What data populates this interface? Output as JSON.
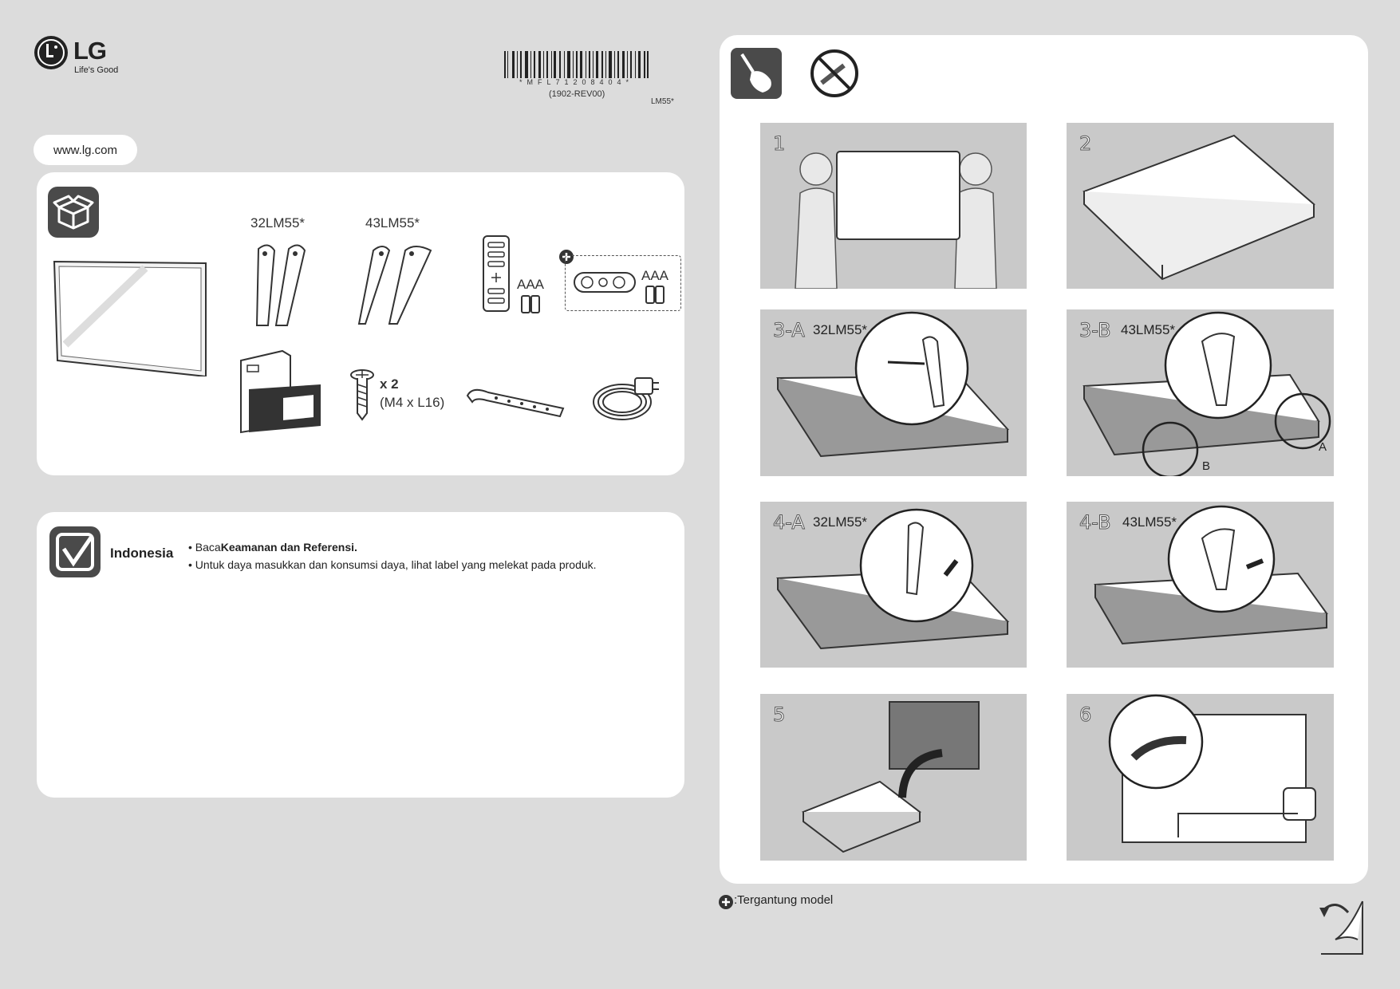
{
  "header": {
    "brand": "LG",
    "tagline": "Life's Good",
    "barcode_text": "*MFL71208404*",
    "revision": "(1902-REV00)",
    "model_series": "LM55*",
    "website": "www.lg.com"
  },
  "components": {
    "stand_models": [
      "32LM55*",
      "43LM55*"
    ],
    "battery_label": "AAA",
    "battery_label_optional": "AAA",
    "screw_count": "x 2",
    "screw_spec": "(M4 x L16)"
  },
  "info": {
    "language": "Indonesia",
    "bullet1_prefix": "Baca",
    "bullet1_bold": "Keamanan dan Referensi.",
    "bullet2": "Untuk daya masukkan dan konsumsi daya, lihat label yang melekat pada produk."
  },
  "steps": [
    {
      "num": "1",
      "model": ""
    },
    {
      "num": "2",
      "model": ""
    },
    {
      "num": "3-A",
      "model": "32LM55*"
    },
    {
      "num": "3-B",
      "model": "43LM55*"
    },
    {
      "num": "4-A",
      "model": "32LM55*"
    },
    {
      "num": "4-B",
      "model": "43LM55*"
    },
    {
      "num": "5",
      "model": ""
    },
    {
      "num": "6",
      "model": ""
    }
  ],
  "step_callouts": {
    "a": "A",
    "b": "B"
  },
  "footnote": "Tergantung model",
  "colors": {
    "page_bg": "#dcdcdc",
    "panel_bg": "#ffffff",
    "icon_bg": "#4a4a4a",
    "step_bg": "#c9c9c9"
  }
}
